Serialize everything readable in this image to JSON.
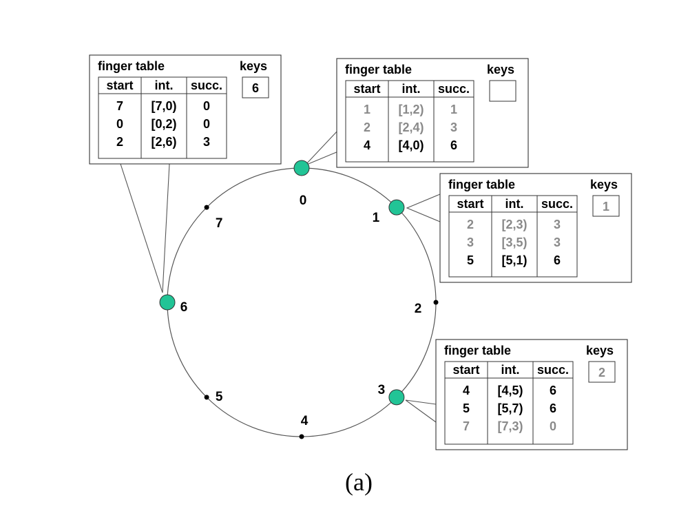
{
  "ring": {
    "positions": [
      "0",
      "1",
      "2",
      "3",
      "4",
      "5",
      "6",
      "7"
    ],
    "active_nodes": [
      "0",
      "1",
      "3",
      "6"
    ],
    "node_color": "#22c496"
  },
  "colors": {
    "active_text": "#000000",
    "inactive_text": "#8a8a8a"
  },
  "tables": [
    {
      "node": "6",
      "title": "finger table",
      "keys_label": "keys",
      "keys": "6",
      "keys_active": true,
      "headers": [
        "start",
        "int.",
        "succ."
      ],
      "rows": [
        {
          "start": "7",
          "int": "[7,0)",
          "succ": "0",
          "active": true
        },
        {
          "start": "0",
          "int": "[0,2)",
          "succ": "0",
          "active": true
        },
        {
          "start": "2",
          "int": "[2,6)",
          "succ": "3",
          "active": true
        }
      ]
    },
    {
      "node": "0",
      "title": "finger table",
      "keys_label": "keys",
      "keys": "",
      "keys_active": true,
      "headers": [
        "start",
        "int.",
        "succ."
      ],
      "rows": [
        {
          "start": "1",
          "int": "[1,2)",
          "succ": "1",
          "active": false
        },
        {
          "start": "2",
          "int": "[2,4)",
          "succ": "3",
          "active": false
        },
        {
          "start": "4",
          "int": "[4,0)",
          "succ": "6",
          "active": true
        }
      ]
    },
    {
      "node": "1",
      "title": "finger table",
      "keys_label": "keys",
      "keys": "1",
      "keys_active": false,
      "headers": [
        "start",
        "int.",
        "succ."
      ],
      "rows": [
        {
          "start": "2",
          "int": "[2,3)",
          "succ": "3",
          "active": false
        },
        {
          "start": "3",
          "int": "[3,5)",
          "succ": "3",
          "active": false
        },
        {
          "start": "5",
          "int": "[5,1)",
          "succ": "6",
          "active": true
        }
      ]
    },
    {
      "node": "3",
      "title": "finger table",
      "keys_label": "keys",
      "keys": "2",
      "keys_active": false,
      "headers": [
        "start",
        "int.",
        "succ."
      ],
      "rows": [
        {
          "start": "4",
          "int": "[4,5)",
          "succ": "6",
          "active": true
        },
        {
          "start": "5",
          "int": "[5,7)",
          "succ": "6",
          "active": true
        },
        {
          "start": "7",
          "int": "[7,3)",
          "succ": "0",
          "active": false
        }
      ]
    }
  ],
  "caption": "(a)"
}
